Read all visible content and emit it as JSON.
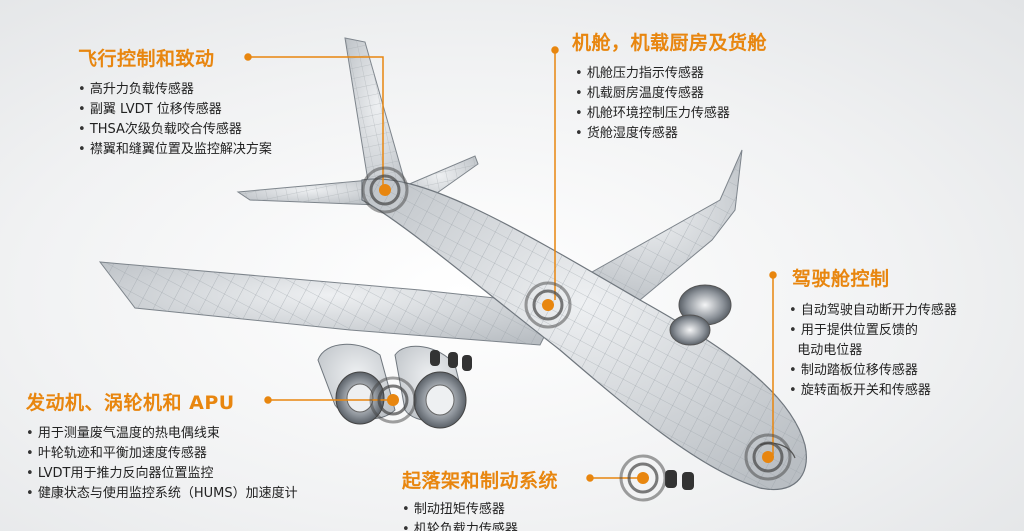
{
  "sections": {
    "flight_control": {
      "title": "飞行控制和致动",
      "items": [
        "高升力负载传感器",
        "副翼 LVDT 位移传感器",
        "THSA次级负载咬合传感器",
        "襟翼和缝翼位置及监控解决方案"
      ]
    },
    "cabin": {
      "title": "机舱，机载厨房及货舱",
      "items": [
        "机舱压力指示传感器",
        "机载厨房温度传感器",
        "机舱环境控制压力传感器",
        "货舱湿度传感器"
      ]
    },
    "cockpit": {
      "title": "驾驶舱控制",
      "items": [
        "自动驾驶自动断开力传感器",
        "用于提供位置反馈的",
        "电动电位器",
        "制动踏板位移传感器",
        "旋转面板开关和传感器"
      ]
    },
    "engine": {
      "title": "发动机、涡轮机和 APU",
      "items": [
        "用于测量废气温度的热电偶线束",
        "叶轮轨迹和平衡加速度传感器",
        "LVDT用于推力反向器位置监控",
        "健康状态与使用监控系统（HUMS）加速度计"
      ]
    },
    "landing_gear": {
      "title": "起落架和制动系统",
      "items": [
        "制动扭矩传感器",
        "机轮负载力传感器"
      ]
    }
  },
  "colors": {
    "accent": "#e8860f",
    "text": "#222222",
    "wireframe": "#8a9096"
  }
}
